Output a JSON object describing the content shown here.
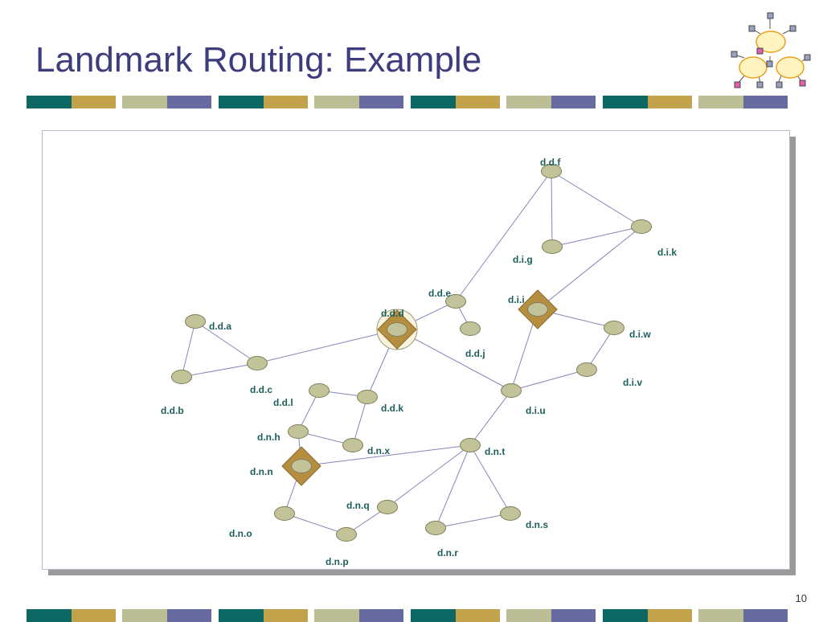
{
  "title": "Landmark Routing: Example",
  "page_number": "10",
  "colors": {
    "title": "#3d3d7e",
    "node_fill": "#c3c39a",
    "node_stroke": "#7e7e5a",
    "edge": "#8585b8",
    "label": "#1c5e5c",
    "landmark": "#b58e3f",
    "stripe": [
      "#0d6763",
      "#c2a24a",
      "#bcbf96",
      "#676a9e"
    ]
  },
  "nodes": [
    {
      "id": "d.d.f",
      "label": "d.d.f"
    },
    {
      "id": "d.i.k",
      "label": "d.i.k"
    },
    {
      "id": "d.i.g",
      "label": "d.i.g"
    },
    {
      "id": "d.d.e",
      "label": "d.d.e"
    },
    {
      "id": "d.i.i",
      "label": "d.i.i",
      "landmark": true
    },
    {
      "id": "d.d.d",
      "label": "d.d.d",
      "landmark": true,
      "highlighted": true
    },
    {
      "id": "d.d.j",
      "label": "d.d.j"
    },
    {
      "id": "d.i.w",
      "label": "d.i.w"
    },
    {
      "id": "d.d.a",
      "label": "d.d.a"
    },
    {
      "id": "d.i.v",
      "label": "d.i.v"
    },
    {
      "id": "d.d.c",
      "label": "d.d.c"
    },
    {
      "id": "d.d.b",
      "label": "d.d.b"
    },
    {
      "id": "d.d.l",
      "label": "d.d.l"
    },
    {
      "id": "d.d.k",
      "label": "d.d.k"
    },
    {
      "id": "d.i.u",
      "label": "d.i.u"
    },
    {
      "id": "d.n.h",
      "label": "d.n.h"
    },
    {
      "id": "d.n.x",
      "label": "d.n.x"
    },
    {
      "id": "d.n.t",
      "label": "d.n.t"
    },
    {
      "id": "d.n.n",
      "label": "d.n.n",
      "landmark": true
    },
    {
      "id": "d.n.q",
      "label": "d.n.q"
    },
    {
      "id": "d.n.s",
      "label": "d.n.s"
    },
    {
      "id": "d.n.o",
      "label": "d.n.o"
    },
    {
      "id": "d.n.r",
      "label": "d.n.r"
    },
    {
      "id": "d.n.p",
      "label": "d.n.p"
    }
  ],
  "edges": [
    [
      "d.d.f",
      "d.i.g"
    ],
    [
      "d.d.f",
      "d.i.k"
    ],
    [
      "d.i.g",
      "d.i.k"
    ],
    [
      "d.d.f",
      "d.d.e"
    ],
    [
      "d.i.k",
      "d.i.i"
    ],
    [
      "d.d.e",
      "d.d.d"
    ],
    [
      "d.d.e",
      "d.d.j"
    ],
    [
      "d.i.i",
      "d.i.w"
    ],
    [
      "d.i.i",
      "d.i.u"
    ],
    [
      "d.i.w",
      "d.i.v"
    ],
    [
      "d.i.v",
      "d.i.u"
    ],
    [
      "d.d.a",
      "d.d.b"
    ],
    [
      "d.d.a",
      "d.d.c"
    ],
    [
      "d.d.b",
      "d.d.c"
    ],
    [
      "d.d.c",
      "d.d.d"
    ],
    [
      "d.d.d",
      "d.i.u"
    ],
    [
      "d.d.d",
      "d.d.k"
    ],
    [
      "d.d.l",
      "d.d.k"
    ],
    [
      "d.d.l",
      "d.n.h"
    ],
    [
      "d.d.k",
      "d.n.x"
    ],
    [
      "d.n.h",
      "d.n.x"
    ],
    [
      "d.n.h",
      "d.n.n"
    ],
    [
      "d.i.u",
      "d.n.t"
    ],
    [
      "d.n.n",
      "d.n.t"
    ],
    [
      "d.n.t",
      "d.n.q"
    ],
    [
      "d.n.t",
      "d.n.r"
    ],
    [
      "d.n.t",
      "d.n.s"
    ],
    [
      "d.n.r",
      "d.n.s"
    ],
    [
      "d.n.n",
      "d.n.o"
    ],
    [
      "d.n.o",
      "d.n.p"
    ],
    [
      "d.n.p",
      "d.n.q"
    ]
  ]
}
